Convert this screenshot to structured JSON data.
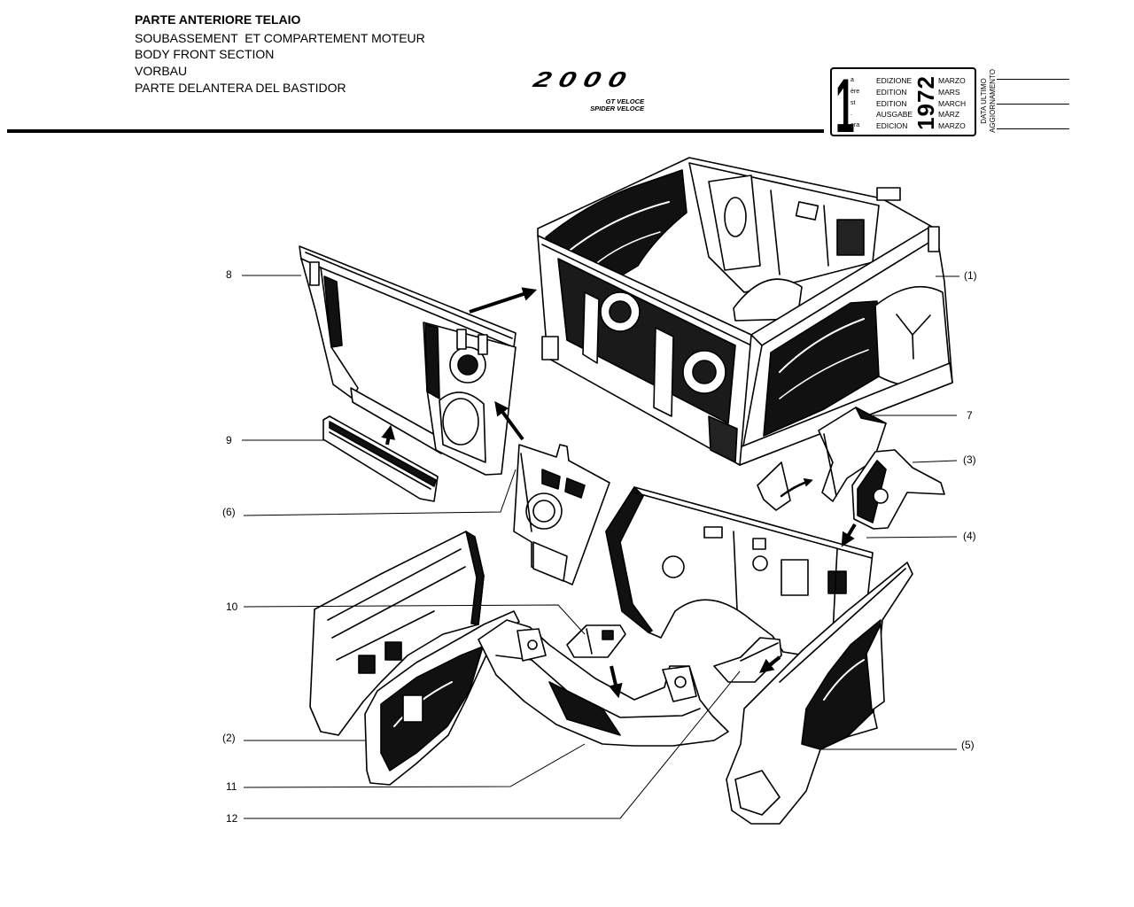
{
  "header": {
    "title": "PARTE ANTERIORE TELAIO",
    "lines": [
      "SOUBASSEMENT  ET COMPARTEMENT MOTEUR",
      "BODY FRONT SECTION",
      "VORBAU",
      "PARTE DELANTERA DEL BASTIDOR"
    ]
  },
  "logo": {
    "model": "2000",
    "variants": [
      "GT VELOCE",
      "SPIDER VELOCE"
    ]
  },
  "edition": {
    "number": "1",
    "ordinal_suffixes": [
      "a",
      "ère",
      "st",
      ".",
      "era"
    ],
    "labels": [
      "EDIZIONE",
      "EDITION",
      "EDITION",
      "AUSGABE",
      "EDICION"
    ],
    "year": "1972",
    "months": [
      "MARZO",
      "MARS",
      "MARCH",
      "MÄRZ",
      "MARZO"
    ]
  },
  "last_update": {
    "label_lines": [
      "DATA ULTIMO",
      "AGGIORNAMENTO"
    ]
  },
  "callouts": {
    "left": [
      "8",
      "9",
      "(6)",
      "10",
      "(2)",
      "11",
      "12"
    ],
    "right": [
      "(1)",
      "7",
      "(3)",
      "(4)",
      "(5)"
    ]
  }
}
